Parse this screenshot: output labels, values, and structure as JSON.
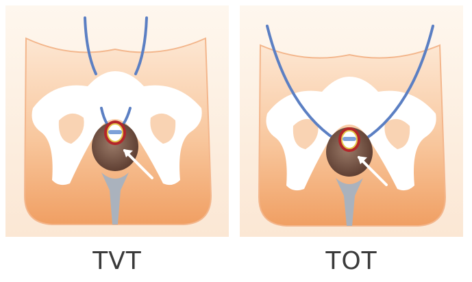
{
  "figure": {
    "panels": [
      {
        "id": "tvt",
        "label": "TVT"
      },
      {
        "id": "tot",
        "label": "TOT"
      }
    ],
    "colors": {
      "background_light": "#fdf4ea",
      "skin_light": "#fbdcc2",
      "skin_dark": "#f2ab74",
      "pelvis_bone": "#ffffff",
      "sling": "#5b7fc3",
      "bladder": "#6e5042",
      "urethra": "#aab2bd",
      "highlight_red": "#b3262a",
      "highlight_yellow": "#e3c74a"
    }
  }
}
